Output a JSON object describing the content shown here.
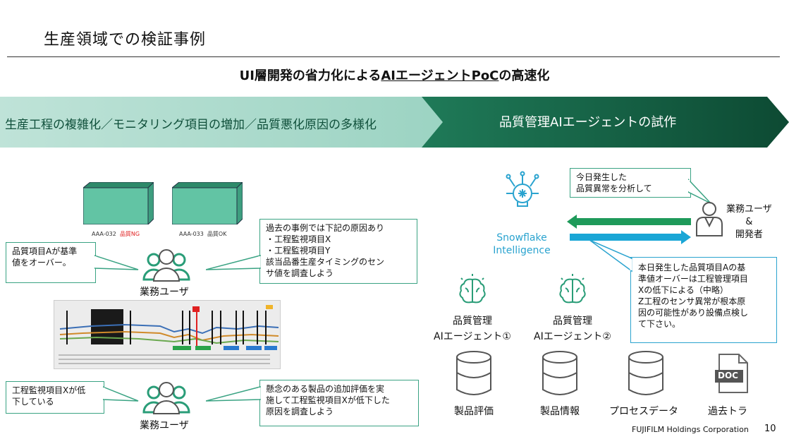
{
  "slide": {
    "title": "生産領域での検証事例",
    "subtitle_main": "UI層開発の省力化による",
    "subtitle_ul": "AIエージェントPoC",
    "subtitle_end": "の高速化",
    "banner_left": "生産工程の複雑化／モニタリング項目の増加／品質悪化原因の多様化",
    "banner_right": "品質管理AIエージェントの試作",
    "footer_company": "FUJIFILM Holdings Corporation",
    "page_number": "10"
  },
  "left": {
    "products": [
      {
        "id": "AAA-032",
        "status": "品質NG",
        "status_color": "#e02020"
      },
      {
        "id": "AAA-033",
        "status": "品質OK",
        "status_color": "#333333"
      }
    ],
    "callout_top_left": [
      "品質項目Aが基準",
      "値をオーバー。"
    ],
    "callout_top_right": [
      "過去の事例では下記の原因あり",
      "・工程監視項目X",
      "・工程監視項目Y",
      "該当品番生産タイミングのセン",
      "サ値を調査しよう"
    ],
    "user_top": "業務ユーザ",
    "callout_bottom_left": [
      "工程監視項目Xが低",
      "下している"
    ],
    "callout_bottom_right": [
      "懸念のある製品の追加評価を実",
      "施して工程監視項目Xが低下した",
      "原因を調査しよう"
    ],
    "user_bottom": "業務ユーザ"
  },
  "right": {
    "callout_user": [
      "今日発生した",
      "品質異常を分析して"
    ],
    "user_label": [
      "業務ユーザ",
      "&",
      "開発者"
    ],
    "snowflake": [
      "Snowflake",
      "Intelligence"
    ],
    "agents": [
      {
        "line1": "品質管理",
        "line2": "AIエージェント①"
      },
      {
        "line1": "品質管理",
        "line2": "AIエージェント②"
      }
    ],
    "callout_answer": [
      "本日発生した品質項目Aの基",
      "準値オーバーは工程管理項目",
      "Xの低下による（中略）",
      "Z工程のセンサ異常が根本原",
      "因の可能性があり設備点検し",
      "て下さい。"
    ],
    "datastores": [
      "製品評価",
      "製品情報",
      "プロセスデータ",
      "過去トラ"
    ],
    "doc_badge": "DOC"
  },
  "colors": {
    "dark_green": "#0f5a3f",
    "teal": "#3aa383",
    "blue": "#2aa3cf",
    "light_green": "#bfe3d8"
  }
}
